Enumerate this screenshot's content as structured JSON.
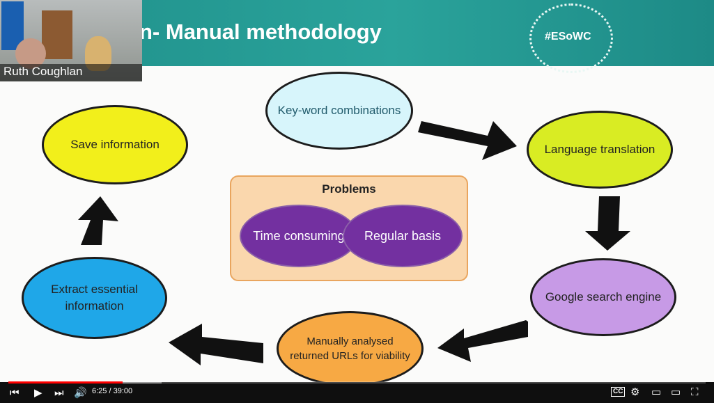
{
  "slide": {
    "title": "n- Manual methodology",
    "hashtag": "#ESoWC",
    "cycle": [
      {
        "id": "keyword",
        "text": "Key-word combinations",
        "fill": "#d7f5fb"
      },
      {
        "id": "language",
        "text": "Language translation",
        "fill": "#d9ec23"
      },
      {
        "id": "google",
        "text": "Google search engine",
        "fill": "#c79ae6"
      },
      {
        "id": "manual",
        "text": "Manually analysed returned URLs for viability",
        "fill": "#f7a944"
      },
      {
        "id": "extract",
        "text": "Extract essential information",
        "fill": "#1fa7e8"
      },
      {
        "id": "save",
        "text": "Save information",
        "fill": "#f2ef1b"
      }
    ],
    "problems": {
      "title": "Problems",
      "items": [
        "Time consuming",
        "Regular basis"
      ]
    }
  },
  "webcam": {
    "speaker_name": "Ruth Coughlan"
  },
  "player": {
    "current_time": "6:25",
    "duration": "39:00",
    "progress": 0.164,
    "buffer": 0.22,
    "icons": [
      "previous-icon",
      "play-icon",
      "next-icon",
      "volume-icon",
      "captions-icon",
      "settings-icon",
      "miniplayer-icon",
      "theater-icon",
      "fullscreen-icon"
    ]
  },
  "colors": {
    "header_teal": "#2aa39b",
    "progress_red": "#ff0000"
  }
}
